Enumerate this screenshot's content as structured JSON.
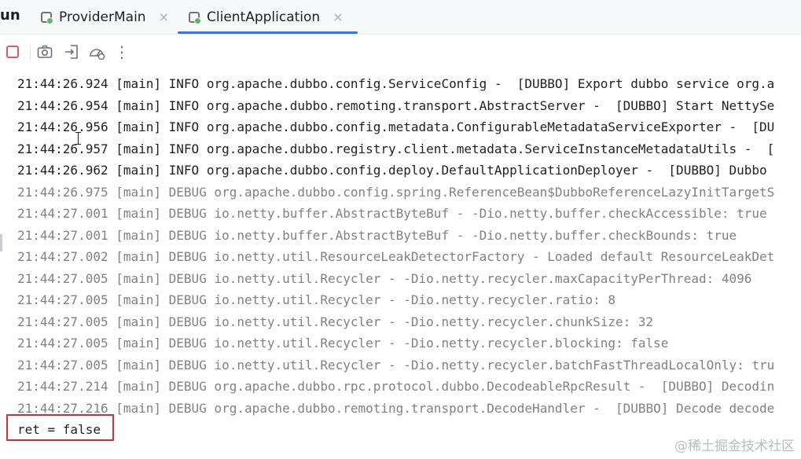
{
  "tabbar": {
    "run_label": "un",
    "tabs": [
      {
        "label": "ProviderMain",
        "close": "×",
        "active": false
      },
      {
        "label": "ClientApplication",
        "close": "×",
        "active": true
      }
    ]
  },
  "toolbar": {
    "buttons": [
      "stop-icon",
      "camera-icon",
      "restore-layout-icon",
      "speedometer-icon",
      "more-options-icon"
    ],
    "more_label": "⋮"
  },
  "console": {
    "lines": [
      {
        "level": "INFO",
        "text": "21:44:26.924 [main] INFO org.apache.dubbo.config.ServiceConfig -  [DUBBO] Export dubbo service org.a"
      },
      {
        "level": "INFO",
        "text": "21:44:26.954 [main] INFO org.apache.dubbo.remoting.transport.AbstractServer -  [DUBBO] Start NettySe"
      },
      {
        "level": "INFO",
        "text": "21:44:26.956 [main] INFO org.apache.dubbo.config.metadata.ConfigurableMetadataServiceExporter -  [DU"
      },
      {
        "level": "INFO",
        "text": "21:44:26.957 [main] INFO org.apache.dubbo.registry.client.metadata.ServiceInstanceMetadataUtils -  ["
      },
      {
        "level": "INFO",
        "text": "21:44:26.962 [main] INFO org.apache.dubbo.config.deploy.DefaultApplicationDeployer -  [DUBBO] Dubbo"
      },
      {
        "level": "DEBUG",
        "text": "21:44:26.975 [main] DEBUG org.apache.dubbo.config.spring.ReferenceBean$DubboReferenceLazyInitTargetS"
      },
      {
        "level": "DEBUG",
        "text": "21:44:27.001 [main] DEBUG io.netty.buffer.AbstractByteBuf - -Dio.netty.buffer.checkAccessible: true"
      },
      {
        "level": "DEBUG",
        "text": "21:44:27.001 [main] DEBUG io.netty.buffer.AbstractByteBuf - -Dio.netty.buffer.checkBounds: true"
      },
      {
        "level": "DEBUG",
        "text": "21:44:27.002 [main] DEBUG io.netty.util.ResourceLeakDetectorFactory - Loaded default ResourceLeakDet"
      },
      {
        "level": "DEBUG",
        "text": "21:44:27.005 [main] DEBUG io.netty.util.Recycler - -Dio.netty.recycler.maxCapacityPerThread: 4096"
      },
      {
        "level": "DEBUG",
        "text": "21:44:27.005 [main] DEBUG io.netty.util.Recycler - -Dio.netty.recycler.ratio: 8"
      },
      {
        "level": "DEBUG",
        "text": "21:44:27.005 [main] DEBUG io.netty.util.Recycler - -Dio.netty.recycler.chunkSize: 32"
      },
      {
        "level": "DEBUG",
        "text": "21:44:27.005 [main] DEBUG io.netty.util.Recycler - -Dio.netty.recycler.blocking: false"
      },
      {
        "level": "DEBUG",
        "text": "21:44:27.005 [main] DEBUG io.netty.util.Recycler - -Dio.netty.recycler.batchFastThreadLocalOnly: tru"
      },
      {
        "level": "DEBUG",
        "text": "21:44:27.214 [main] DEBUG org.apache.dubbo.rpc.protocol.dubbo.DecodeableRpcResult -  [DUBBO] Decodin"
      },
      {
        "level": "DEBUG",
        "text": "21:44:27.216 [main] DEBUG org.apache.dubbo.remoting.transport.DecodeHandler -  [DUBBO] Decode decode"
      }
    ],
    "result": "ret = false"
  },
  "watermark": "@稀土掘金技术社区",
  "colors": {
    "accent": "#3574f0",
    "stop": "#db5c5c",
    "highlight_box": "#c8323a",
    "info_text": "#1e1f22",
    "debug_text": "#7f8187"
  }
}
